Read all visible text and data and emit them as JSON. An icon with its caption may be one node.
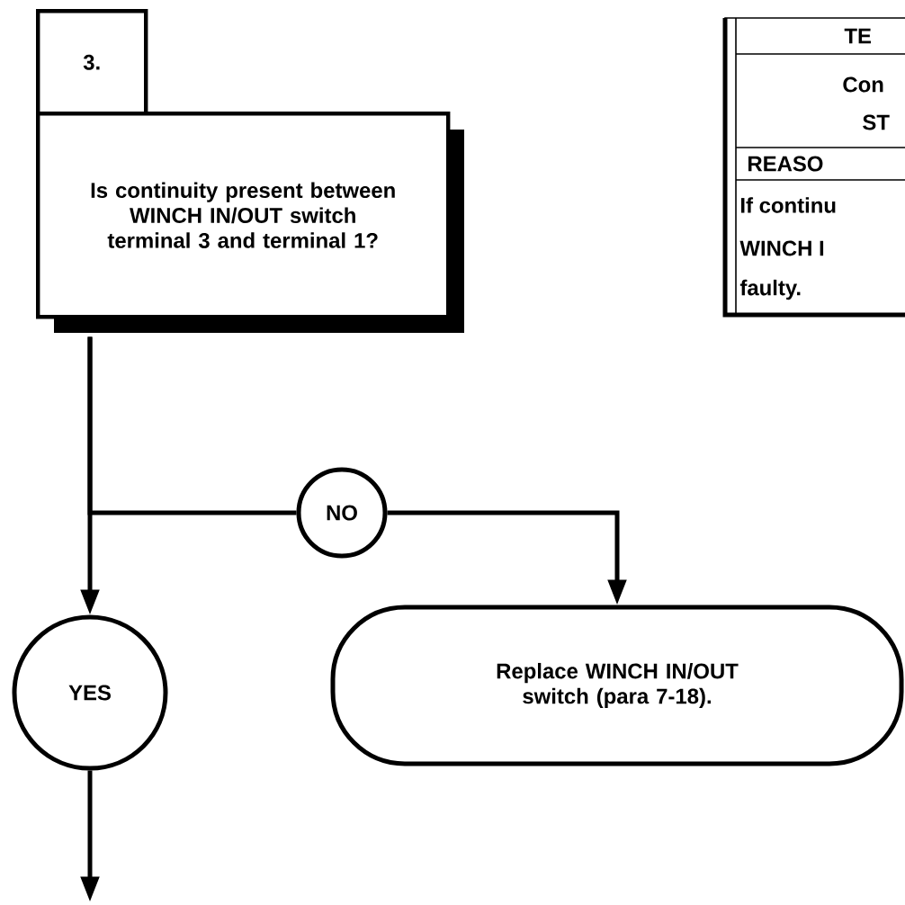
{
  "diagram": {
    "nodes": [
      {
        "text": [
          "3."
        ]
      },
      {
        "text": [
          "Is continuity present between WINCH IN/OUT switch terminal 3 and terminal 1?"
        ]
      },
      {
        "text": [
          "NO"
        ]
      },
      {
        "text": [
          "YES"
        ]
      },
      {
        "text": [
          "Replace WINCH IN/OUT switch (para 7-18)."
        ]
      }
    ],
    "edges": [
      {
        "from": 1,
        "to": 3,
        "arrow": "to"
      },
      {
        "from": 1,
        "to": 2,
        "arrow": "none"
      },
      {
        "from": 2,
        "to": 4,
        "arrow": "to"
      },
      {
        "from": 3,
        "to": null,
        "arrow": "to"
      }
    ],
    "labels": [
      "TE",
      "Con",
      "ST",
      "REASO",
      "If continu",
      "WINCH I",
      "faulty."
    ]
  }
}
